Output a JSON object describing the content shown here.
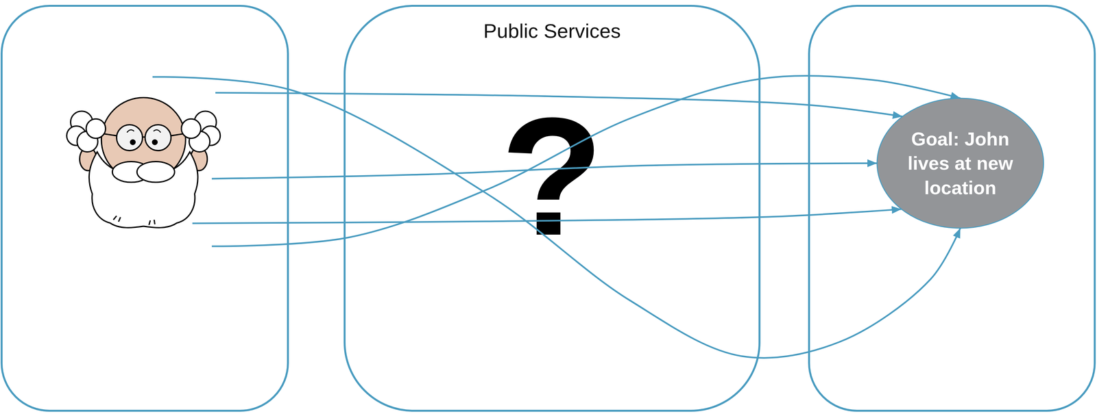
{
  "diagram": {
    "nodes": [
      {
        "text": []
      },
      {
        "text": [
          "Public Services",
          "?"
        ]
      },
      {
        "text": []
      },
      {
        "text": [
          "Goal: John lives at new location"
        ],
        "in": 2
      }
    ],
    "edges": [
      {
        "from": 0,
        "to": 3,
        "arrow": "to"
      },
      {
        "from": 0,
        "to": 3,
        "arrow": "to"
      },
      {
        "from": 0,
        "to": 3,
        "arrow": "to"
      },
      {
        "from": 0,
        "to": 3,
        "arrow": "to"
      },
      {
        "from": 0,
        "to": 3,
        "arrow": "to"
      }
    ]
  }
}
